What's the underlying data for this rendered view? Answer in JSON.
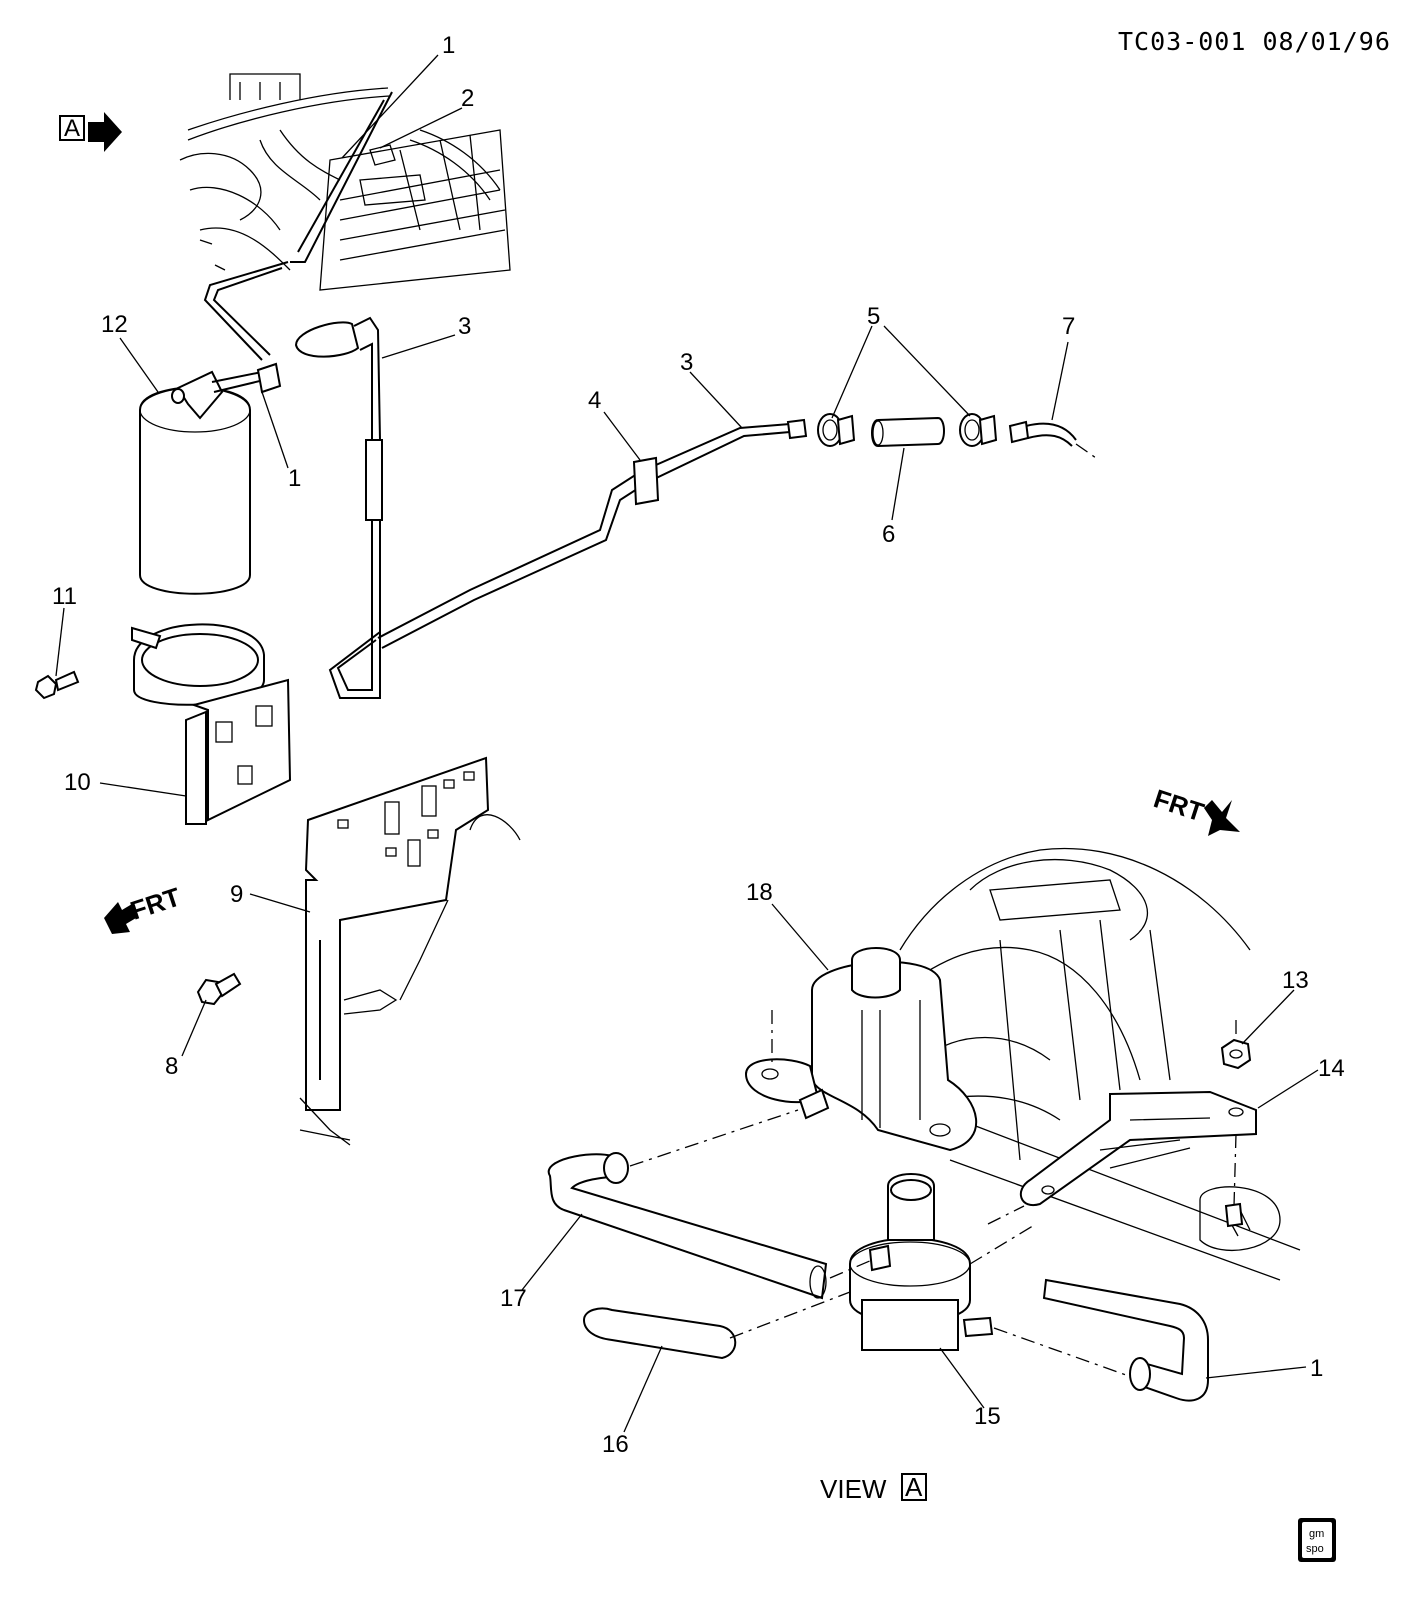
{
  "header": {
    "drawing_id": "TC03-001 08/01/96"
  },
  "view_tag": {
    "letter": "A"
  },
  "view_caption": {
    "text": "VIEW",
    "letter": "A"
  },
  "direction_labels": {
    "frt_right": "FRT",
    "frt_left": "FRT"
  },
  "logo": {
    "line1": "gm",
    "line2": "spo"
  },
  "callouts": {
    "c1_top": "1",
    "c2": "2",
    "c3_left": "3",
    "c3_mid": "3",
    "c4": "4",
    "c5": "5",
    "c6": "6",
    "c7": "7",
    "c12": "12",
    "c1_canister": "1",
    "c11": "11",
    "c10": "10",
    "c9": "9",
    "c8": "8",
    "c18": "18",
    "c13": "13",
    "c14": "14",
    "c17": "17",
    "c16": "16",
    "c15": "15",
    "c1_bottom": "1"
  }
}
